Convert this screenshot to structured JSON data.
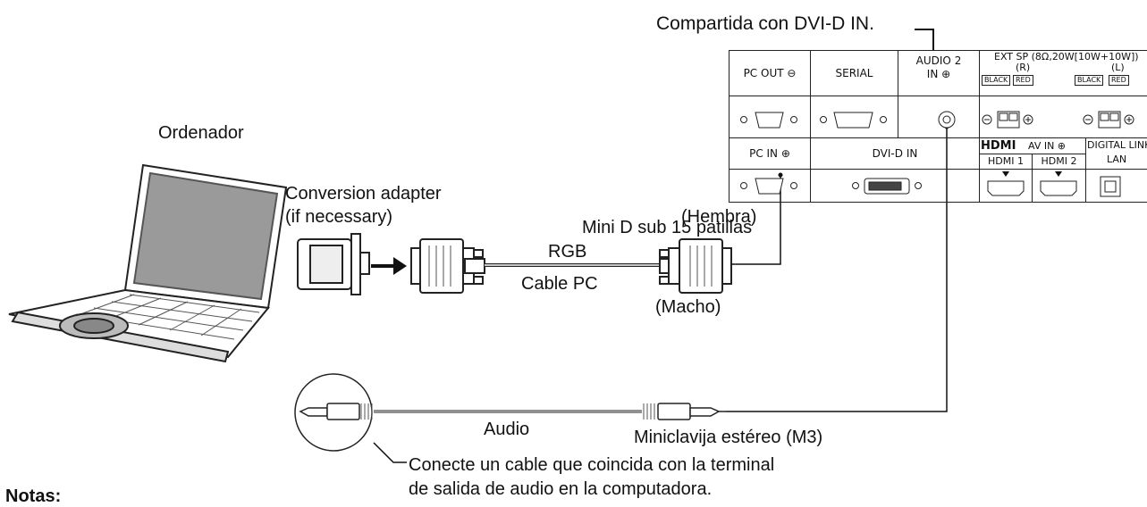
{
  "labels": {
    "shared_dvi": "Compartida con DVI-D IN.",
    "computer": "Ordenador",
    "conv_adapter_1": "Conversion adapter",
    "conv_adapter_2": "(if necessary)",
    "female": "(Hembra)",
    "mini_dsub": "Mini D sub 15 patillas",
    "rgb": "RGB",
    "cable_pc": "Cable PC",
    "male": "(Macho)",
    "audio": "Audio",
    "stereo_jack": "Miniclavija estéreo (M3)",
    "note_line1": "Conecte un cable que coincida con la terminal",
    "note_line2": "de salida de audio en la computadora.",
    "notes_heading": "Notas:"
  },
  "panel": {
    "pc_out": "PC OUT ⊖",
    "serial": "SERIAL",
    "audio2_l1": "AUDIO 2",
    "audio2_l2": "IN ⊕",
    "ext_sp": "EXT SP (8Ω,20W[10W+10W])",
    "r": "(R)",
    "l": "(L)",
    "black": "BLACK",
    "red": "RED",
    "pc_in": "PC IN ⊕",
    "dvi_in": "DVI-D IN",
    "hdmi_logo": "HDMI",
    "av_in": "AV IN ⊕",
    "hdmi1": "HDMI 1",
    "hdmi2": "HDMI 2",
    "digital_link": "DIGITAL LINK",
    "lan": "LAN"
  }
}
